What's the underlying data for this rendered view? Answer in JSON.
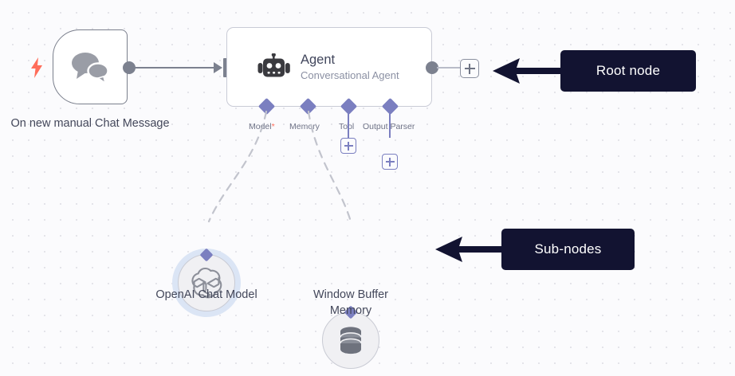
{
  "canvas": {
    "background_color": "#fbfbfd",
    "grid_dot_color": "#e2e2e8",
    "accent_purple": "#7b7fc0",
    "accent_red": "#ff6d5a",
    "node_gray": "#7c818f",
    "callout_bg": "#121331"
  },
  "trigger_node": {
    "label": "On new manual Chat Message",
    "icon": "chat-bubbles-icon",
    "trigger_icon": "lightning-bolt-icon"
  },
  "agent_node": {
    "title": "Agent",
    "subtitle": "Conversational Agent",
    "icon": "robot-icon",
    "add_output_label": "+",
    "ports": [
      {
        "name": "model",
        "label": "Model",
        "required": true,
        "required_marker": "*",
        "has_plus": false
      },
      {
        "name": "memory",
        "label": "Memory",
        "required": false,
        "required_marker": "",
        "has_plus": false
      },
      {
        "name": "tool",
        "label": "Tool",
        "required": false,
        "required_marker": "",
        "has_plus": true
      },
      {
        "name": "output-parser",
        "label": "Output Parser",
        "required": false,
        "required_marker": "",
        "has_plus": true
      }
    ]
  },
  "sub_nodes": [
    {
      "name": "openai-chat-model",
      "label": "OpenAI Chat Model",
      "icon": "openai-logo-icon",
      "selected": true
    },
    {
      "name": "window-buffer-memory",
      "label": "Window Buffer Memory",
      "icon": "database-icon",
      "selected": false
    }
  ],
  "annotations": [
    {
      "name": "root-node",
      "text": "Root node"
    },
    {
      "name": "sub-nodes",
      "text": "Sub-nodes"
    }
  ]
}
